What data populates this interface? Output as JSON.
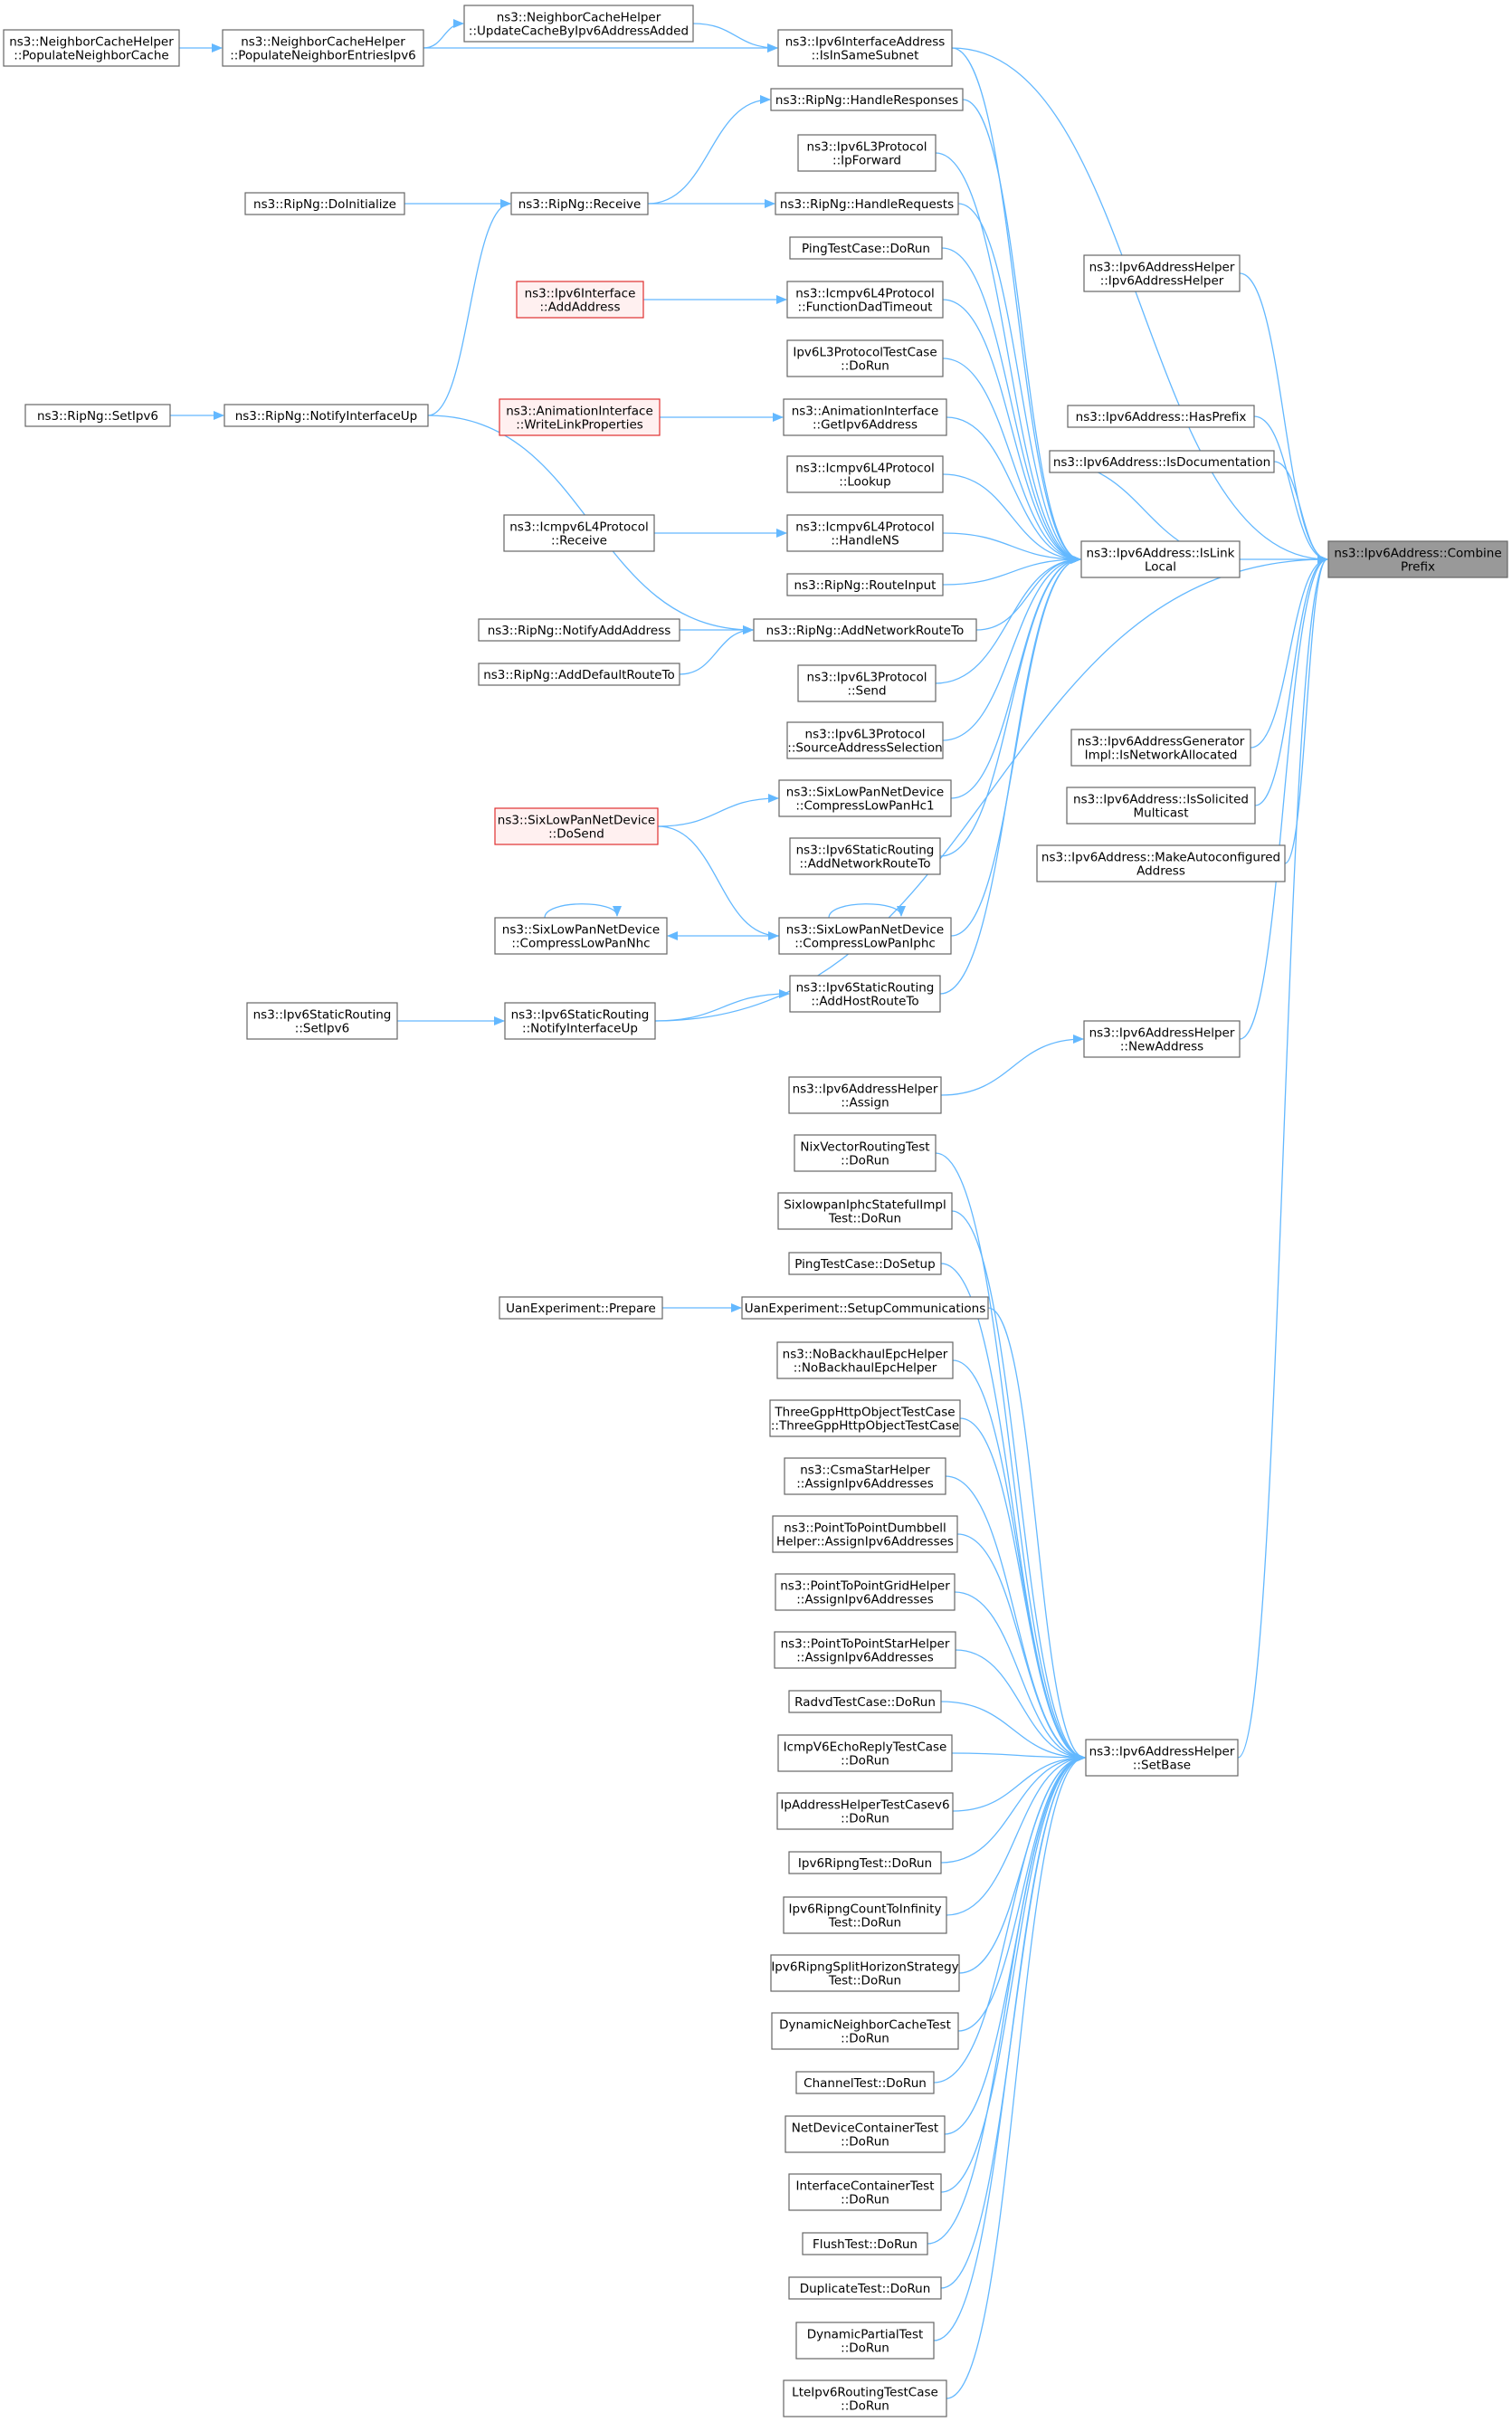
{
  "colors": {
    "edge": "#63b8ff",
    "node_border": "#666666",
    "node_fill": "#ffffff",
    "focus_fill": "#999999",
    "red_border": "#e03030",
    "red_fill": "#fff0f0"
  },
  "nodes": {
    "combine": {
      "lines": [
        "ns3::Ipv6Address::Combine",
        "Prefix"
      ],
      "style": "focus"
    },
    "islinklocal": {
      "lines": [
        "ns3::Ipv6Address::IsLink",
        "Local"
      ]
    },
    "setbase": {
      "lines": [
        "ns3::Ipv6AddressHelper",
        "::SetBase"
      ]
    },
    "issamesubnet": {
      "lines": [
        "ns3::Ipv6InterfaceAddress",
        "::IsInSameSubnet"
      ]
    },
    "updatecache": {
      "lines": [
        "ns3::NeighborCacheHelper",
        "::UpdateCacheByIpv6AddressAdded"
      ]
    },
    "populateentries": {
      "lines": [
        "ns3::NeighborCacheHelper",
        "::PopulateNeighborEntriesIpv6"
      ]
    },
    "populatecache": {
      "lines": [
        "ns3::NeighborCacheHelper",
        "::PopulateNeighborCache"
      ]
    },
    "handleresponses": {
      "lines": [
        "ns3::RipNg::HandleResponses"
      ]
    },
    "ipforward": {
      "lines": [
        "ns3::Ipv6L3Protocol",
        "::IpForward"
      ]
    },
    "handlerequests": {
      "lines": [
        "ns3::RipNg::HandleRequests"
      ]
    },
    "receive": {
      "lines": [
        "ns3::RipNg::Receive"
      ]
    },
    "doinitialize": {
      "lines": [
        "ns3::RipNg::DoInitialize"
      ]
    },
    "pingdorun": {
      "lines": [
        "PingTestCase::DoRun"
      ]
    },
    "funcdad": {
      "lines": [
        "ns3::Icmpv6L4Protocol",
        "::FunctionDadTimeout"
      ]
    },
    "addaddress": {
      "lines": [
        "ns3::Ipv6Interface",
        "::AddAddress"
      ],
      "style": "red"
    },
    "l3dorun": {
      "lines": [
        "Ipv6L3ProtocolTestCase",
        "::DoRun"
      ]
    },
    "getipv6": {
      "lines": [
        "ns3::AnimationInterface",
        "::GetIpv6Address"
      ]
    },
    "writelink": {
      "lines": [
        "ns3::AnimationInterface",
        "::WriteLinkProperties"
      ],
      "style": "red"
    },
    "notifyup": {
      "lines": [
        "ns3::RipNg::NotifyInterfaceUp"
      ]
    },
    "setipv6": {
      "lines": [
        "ns3::RipNg::SetIpv6"
      ]
    },
    "lookup": {
      "lines": [
        "ns3::Icmpv6L4Protocol",
        "::Lookup"
      ]
    },
    "handlens": {
      "lines": [
        "ns3::Icmpv6L4Protocol",
        "::HandleNS"
      ]
    },
    "icmpreceive": {
      "lines": [
        "ns3::Icmpv6L4Protocol",
        "::Receive"
      ]
    },
    "routeinput": {
      "lines": [
        "ns3::RipNg::RouteInput"
      ]
    },
    "addnetroute": {
      "lines": [
        "ns3::RipNg::AddNetworkRouteTo"
      ]
    },
    "notifyaddaddr": {
      "lines": [
        "ns3::RipNg::NotifyAddAddress"
      ]
    },
    "adddefaultroute": {
      "lines": [
        "ns3::RipNg::AddDefaultRouteTo"
      ]
    },
    "l3send": {
      "lines": [
        "ns3::Ipv6L3Protocol",
        "::Send"
      ]
    },
    "srcaddrsel": {
      "lines": [
        "ns3::Ipv6L3Protocol",
        "::SourceAddressSelection"
      ]
    },
    "hc1": {
      "lines": [
        "ns3::SixLowPanNetDevice",
        "::CompressLowPanHc1"
      ]
    },
    "dosend": {
      "lines": [
        "ns3::SixLowPanNetDevice",
        "::DoSend"
      ],
      "style": "red"
    },
    "staticaddnet": {
      "lines": [
        "ns3::Ipv6StaticRouting",
        "::AddNetworkRouteTo"
      ]
    },
    "iphc": {
      "lines": [
        "ns3::SixLowPanNetDevice",
        "::CompressLowPanIphc"
      ]
    },
    "nhc": {
      "lines": [
        "ns3::SixLowPanNetDevice",
        "::CompressLowPanNhc"
      ]
    },
    "addhost": {
      "lines": [
        "ns3::Ipv6StaticRouting",
        "::AddHostRouteTo"
      ]
    },
    "staticnotify": {
      "lines": [
        "ns3::Ipv6StaticRouting",
        "::NotifyInterfaceUp"
      ]
    },
    "staticsetipv6": {
      "lines": [
        "ns3::Ipv6StaticRouting",
        "::SetIpv6"
      ]
    },
    "helperctor": {
      "lines": [
        "ns3::Ipv6AddressHelper",
        "::Ipv6AddressHelper"
      ]
    },
    "hasprefix": {
      "lines": [
        "ns3::Ipv6Address::HasPrefix"
      ]
    },
    "isdoc": {
      "lines": [
        "ns3::Ipv6Address::IsDocumentation"
      ]
    },
    "isnetalloc": {
      "lines": [
        "ns3::Ipv6AddressGenerator",
        "Impl::IsNetworkAllocated"
      ]
    },
    "issolicited": {
      "lines": [
        "ns3::Ipv6Address::IsSolicited",
        "Multicast"
      ]
    },
    "makeauto": {
      "lines": [
        "ns3::Ipv6Address::MakeAutoconfigured",
        "Address"
      ]
    },
    "newaddress": {
      "lines": [
        "ns3::Ipv6AddressHelper",
        "::NewAddress"
      ]
    },
    "assign": {
      "lines": [
        "ns3::Ipv6AddressHelper",
        "::Assign"
      ]
    },
    "nixdorun": {
      "lines": [
        "NixVectorRoutingTest",
        "::DoRun"
      ]
    },
    "sixlowdorun": {
      "lines": [
        "SixlowpanIphcStatefulImpl",
        "Test::DoRun"
      ]
    },
    "pingdosetup": {
      "lines": [
        "PingTestCase::DoSetup"
      ]
    },
    "setupcomm": {
      "lines": [
        "UanExperiment::SetupCommunications"
      ]
    },
    "uanprepare": {
      "lines": [
        "UanExperiment::Prepare"
      ]
    },
    "nobackhaul": {
      "lines": [
        "ns3::NoBackhaulEpcHelper",
        "::NoBackhaulEpcHelper"
      ]
    },
    "threegpp": {
      "lines": [
        "ThreeGppHttpObjectTestCase",
        "::ThreeGppHttpObjectTestCase"
      ]
    },
    "csmastar": {
      "lines": [
        "ns3::CsmaStarHelper",
        "::AssignIpv6Addresses"
      ]
    },
    "p2pdumbbell": {
      "lines": [
        "ns3::PointToPointDumbbell",
        "Helper::AssignIpv6Addresses"
      ]
    },
    "p2pgrid": {
      "lines": [
        "ns3::PointToPointGridHelper",
        "::AssignIpv6Addresses"
      ]
    },
    "p2pstar": {
      "lines": [
        "ns3::PointToPointStarHelper",
        "::AssignIpv6Addresses"
      ]
    },
    "radvd": {
      "lines": [
        "RadvdTestCase::DoRun"
      ]
    },
    "icmpecho": {
      "lines": [
        "IcmpV6EchoReplyTestCase",
        "::DoRun"
      ]
    },
    "ipaddrhelper": {
      "lines": [
        "IpAddressHelperTestCasev6",
        "::DoRun"
      ]
    },
    "ripngtest": {
      "lines": [
        "Ipv6RipngTest::DoRun"
      ]
    },
    "ripngcount": {
      "lines": [
        "Ipv6RipngCountToInfinity",
        "Test::DoRun"
      ]
    },
    "ripngsplit": {
      "lines": [
        "Ipv6RipngSplitHorizonStrategy",
        "Test::DoRun"
      ]
    },
    "dynneigh": {
      "lines": [
        "DynamicNeighborCacheTest",
        "::DoRun"
      ]
    },
    "channeltest": {
      "lines": [
        "ChannelTest::DoRun"
      ]
    },
    "netdevcont": {
      "lines": [
        "NetDeviceContainerTest",
        "::DoRun"
      ]
    },
    "ifcont": {
      "lines": [
        "InterfaceContainerTest",
        "::DoRun"
      ]
    },
    "flush": {
      "lines": [
        "FlushTest::DoRun"
      ]
    },
    "duplicate": {
      "lines": [
        "DuplicateTest::DoRun"
      ]
    },
    "dynpartial": {
      "lines": [
        "DynamicPartialTest",
        "::DoRun"
      ]
    },
    "lteipv6": {
      "lines": [
        "LteIpv6RoutingTestCase",
        "::DoRun"
      ]
    }
  },
  "edges": [
    [
      "islinklocal",
      "combine"
    ],
    [
      "setbase",
      "combine"
    ],
    [
      "helperctor",
      "combine"
    ],
    [
      "hasprefix",
      "combine"
    ],
    [
      "isdoc",
      "combine"
    ],
    [
      "isnetalloc",
      "combine"
    ],
    [
      "issolicited",
      "combine"
    ],
    [
      "makeauto",
      "combine"
    ],
    [
      "newaddress",
      "combine"
    ],
    [
      "issamesubnet",
      "combine"
    ],
    [
      "staticnotify",
      "combine"
    ],
    [
      "issamesubnet",
      "islinklocal"
    ],
    [
      "handleresponses",
      "islinklocal"
    ],
    [
      "ipforward",
      "islinklocal"
    ],
    [
      "handlerequests",
      "islinklocal"
    ],
    [
      "pingdorun",
      "islinklocal"
    ],
    [
      "funcdad",
      "islinklocal"
    ],
    [
      "l3dorun",
      "islinklocal"
    ],
    [
      "getipv6",
      "islinklocal"
    ],
    [
      "lookup",
      "islinklocal"
    ],
    [
      "handlens",
      "islinklocal"
    ],
    [
      "routeinput",
      "islinklocal"
    ],
    [
      "addnetroute",
      "islinklocal"
    ],
    [
      "l3send",
      "islinklocal"
    ],
    [
      "srcaddrsel",
      "islinklocal"
    ],
    [
      "hc1",
      "islinklocal"
    ],
    [
      "staticaddnet",
      "islinklocal"
    ],
    [
      "iphc",
      "islinklocal"
    ],
    [
      "addhost",
      "islinklocal"
    ],
    [
      "isdoc",
      "islinklocal"
    ],
    [
      "updatecache",
      "issamesubnet"
    ],
    [
      "populateentries",
      "issamesubnet"
    ],
    [
      "populateentries",
      "updatecache"
    ],
    [
      "populatecache",
      "populateentries"
    ],
    [
      "receive",
      "handleresponses"
    ],
    [
      "receive",
      "handlerequests"
    ],
    [
      "doinitialize",
      "receive"
    ],
    [
      "notifyup",
      "receive"
    ],
    [
      "addaddress",
      "funcdad"
    ],
    [
      "writelink",
      "getipv6"
    ],
    [
      "setipv6",
      "notifyup"
    ],
    [
      "notifyup",
      "addnetroute"
    ],
    [
      "icmpreceive",
      "handlens"
    ],
    [
      "notifyaddaddr",
      "addnetroute"
    ],
    [
      "adddefaultroute",
      "addnetroute"
    ],
    [
      "dosend",
      "hc1"
    ],
    [
      "dosend",
      "iphc"
    ],
    [
      "iphc",
      "iphc"
    ],
    [
      "iphc",
      "nhc"
    ],
    [
      "nhc",
      "nhc"
    ],
    [
      "staticnotify",
      "addhost"
    ],
    [
      "staticsetipv6",
      "staticnotify"
    ],
    [
      "assign",
      "newaddress"
    ],
    [
      "uanprepare",
      "setupcomm"
    ],
    [
      "nixdorun",
      "setbase"
    ],
    [
      "sixlowdorun",
      "setbase"
    ],
    [
      "pingdosetup",
      "setbase"
    ],
    [
      "setupcomm",
      "setbase"
    ],
    [
      "nobackhaul",
      "setbase"
    ],
    [
      "threegpp",
      "setbase"
    ],
    [
      "csmastar",
      "setbase"
    ],
    [
      "p2pdumbbell",
      "setbase"
    ],
    [
      "p2pgrid",
      "setbase"
    ],
    [
      "p2pstar",
      "setbase"
    ],
    [
      "radvd",
      "setbase"
    ],
    [
      "icmpecho",
      "setbase"
    ],
    [
      "ipaddrhelper",
      "setbase"
    ],
    [
      "ripngtest",
      "setbase"
    ],
    [
      "ripngcount",
      "setbase"
    ],
    [
      "ripngsplit",
      "setbase"
    ],
    [
      "dynneigh",
      "setbase"
    ],
    [
      "channeltest",
      "setbase"
    ],
    [
      "netdevcont",
      "setbase"
    ],
    [
      "ifcont",
      "setbase"
    ],
    [
      "flush",
      "setbase"
    ],
    [
      "duplicate",
      "setbase"
    ],
    [
      "dynpartial",
      "setbase"
    ],
    [
      "lteipv6",
      "setbase"
    ]
  ]
}
